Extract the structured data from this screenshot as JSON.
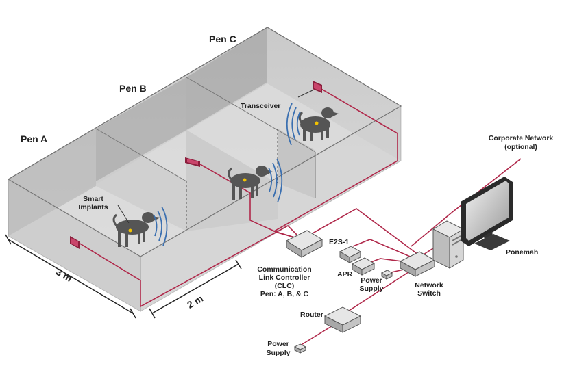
{
  "pens": {
    "a": "Pen A",
    "b": "Pen B",
    "c": "Pen C"
  },
  "labels": {
    "transceiver": "Transceiver",
    "smart_implants": [
      "Smart",
      "Implants"
    ],
    "clc": [
      "Communication",
      "Link Controller",
      "(CLC)",
      "Pen: A, B, & C"
    ],
    "e2s": "E2S-1",
    "apr": "APR",
    "power_supply_1": [
      "Power",
      "Supply"
    ],
    "network_switch": [
      "Network",
      "Switch"
    ],
    "router": "Router",
    "power_supply_2": [
      "Power",
      "Supply"
    ],
    "corporate_network": [
      "Corporate Network",
      "(optional)"
    ],
    "ponemah": "Ponemah"
  },
  "dimensions": {
    "length": "3 m",
    "width": "2 m"
  },
  "colors": {
    "cable": "#b0284a",
    "device": "#8a1f3c",
    "signal": "#3a6fb0",
    "implant": "#f2c200",
    "wall": "#a9a9a9",
    "floor": "#dedede"
  }
}
